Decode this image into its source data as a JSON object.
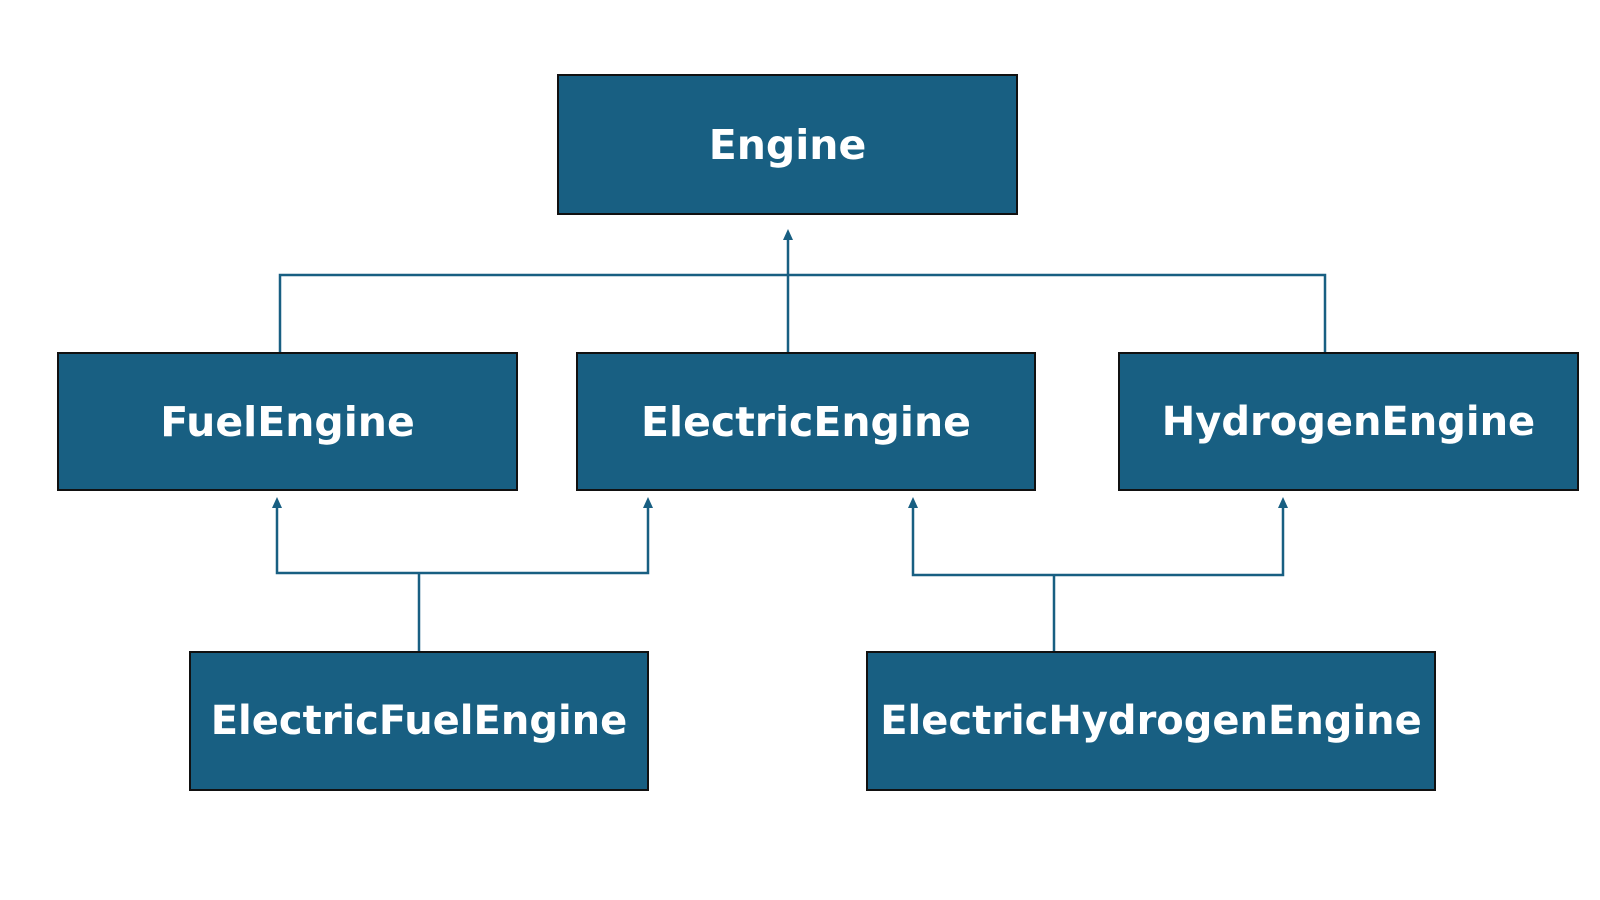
{
  "diagram": {
    "nodes": {
      "engine": "Engine",
      "fuel_engine": "FuelEngine",
      "electric_engine": "ElectricEngine",
      "hydrogen_engine": "HydrogenEngine",
      "electric_fuel_engine": "ElectricFuelEngine",
      "electric_hydrogen_engine": "ElectricHydrogenEngine"
    },
    "relations": [
      {
        "from": "FuelEngine",
        "to": "Engine"
      },
      {
        "from": "ElectricEngine",
        "to": "Engine"
      },
      {
        "from": "HydrogenEngine",
        "to": "Engine"
      },
      {
        "from": "ElectricFuelEngine",
        "to": "FuelEngine"
      },
      {
        "from": "ElectricFuelEngine",
        "to": "ElectricEngine"
      },
      {
        "from": "ElectricHydrogenEngine",
        "to": "ElectricEngine"
      },
      {
        "from": "ElectricHydrogenEngine",
        "to": "HydrogenEngine"
      }
    ],
    "colors": {
      "node_fill": "#185f82",
      "node_border": "#111111",
      "connector": "#185f82",
      "text": "#ffffff"
    }
  }
}
